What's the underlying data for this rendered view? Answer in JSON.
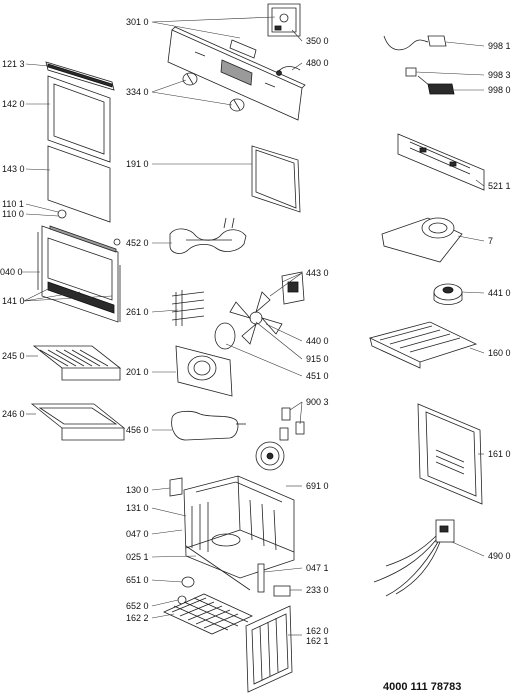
{
  "document_number": "4000 111 78783",
  "labels": [
    {
      "id": "301_0",
      "text": "301 0"
    },
    {
      "id": "350_0",
      "text": "350 0"
    },
    {
      "id": "480_0",
      "text": "480 0"
    },
    {
      "id": "334_0",
      "text": "334 0"
    },
    {
      "id": "121_3",
      "text": "121 3"
    },
    {
      "id": "142_0",
      "text": "142 0"
    },
    {
      "id": "143_0",
      "text": "143 0"
    },
    {
      "id": "191_0",
      "text": "191 0"
    },
    {
      "id": "110_1",
      "text": "110 1"
    },
    {
      "id": "110_0",
      "text": "110 0"
    },
    {
      "id": "452_0",
      "text": "452 0"
    },
    {
      "id": "040_0",
      "text": "040 0"
    },
    {
      "id": "141_0",
      "text": "141 0"
    },
    {
      "id": "443_0",
      "text": "443 0"
    },
    {
      "id": "261_0",
      "text": "261 0"
    },
    {
      "id": "440_0",
      "text": "440 0"
    },
    {
      "id": "245_0",
      "text": "245 0"
    },
    {
      "id": "915_0",
      "text": "915 0"
    },
    {
      "id": "201_0",
      "text": "201 0"
    },
    {
      "id": "451_0",
      "text": "451 0"
    },
    {
      "id": "246_0",
      "text": "246 0"
    },
    {
      "id": "900_3",
      "text": "900 3"
    },
    {
      "id": "456_0",
      "text": "456 0"
    },
    {
      "id": "691_0",
      "text": "691 0"
    },
    {
      "id": "130_0",
      "text": "130 0"
    },
    {
      "id": "131_0",
      "text": "131 0"
    },
    {
      "id": "047_0",
      "text": "047 0"
    },
    {
      "id": "025_1",
      "text": "025 1"
    },
    {
      "id": "047_1",
      "text": "047 1"
    },
    {
      "id": "651_0",
      "text": "651 0"
    },
    {
      "id": "233_0",
      "text": "233 0"
    },
    {
      "id": "652_0",
      "text": "652 0"
    },
    {
      "id": "162_2",
      "text": "162 2"
    },
    {
      "id": "162_0",
      "text": "162 0"
    },
    {
      "id": "162_1",
      "text": "162 1"
    },
    {
      "id": "998_1",
      "text": "998 1"
    },
    {
      "id": "998_3",
      "text": "998 3"
    },
    {
      "id": "998_0",
      "text": "998 0"
    },
    {
      "id": "521_1",
      "text": "521 1"
    },
    {
      "id": "7",
      "text": "7"
    },
    {
      "id": "441_0",
      "text": "441 0"
    },
    {
      "id": "160_0",
      "text": "160 0"
    },
    {
      "id": "161_0",
      "text": "161 0"
    },
    {
      "id": "490_0",
      "text": "490 0"
    }
  ]
}
